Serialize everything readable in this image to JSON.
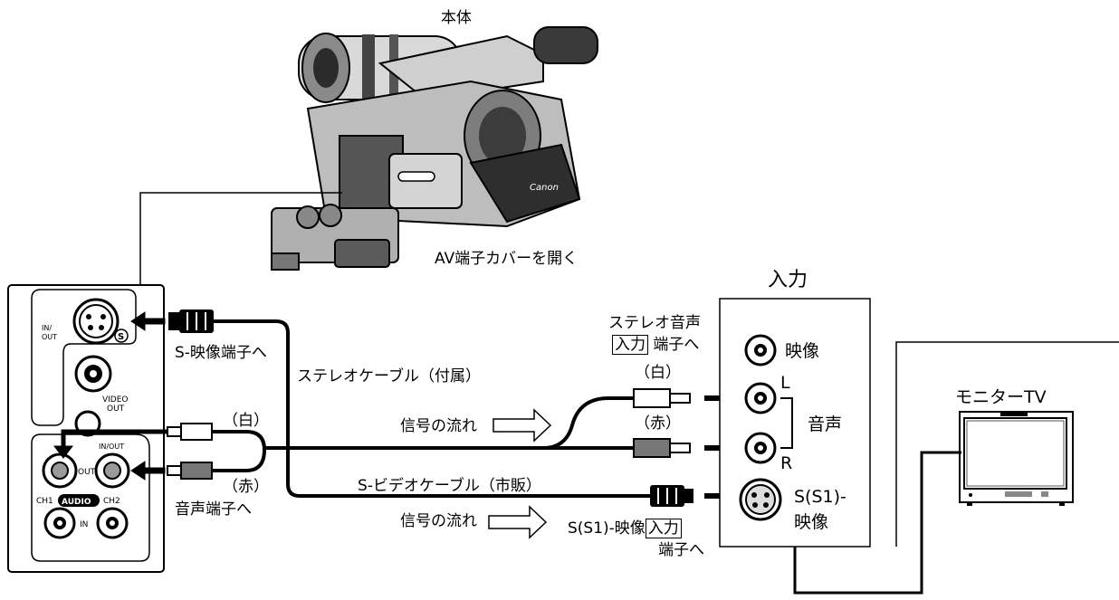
{
  "camera": {
    "title": "本体",
    "cover_note": "AV端子カバーを開く",
    "brand": "Canon"
  },
  "panel": {
    "in_out_label": "IN/\nOUT",
    "s_mark": "S",
    "video_out_label": "VIDEO\nOUT",
    "audio_in_out_label": "IN/OUT",
    "out_label": "OUT",
    "in_label": "IN",
    "ch1_label": "CH1",
    "audio_badge": "AUDIO",
    "ch2_label": "CH2"
  },
  "labels": {
    "s_video_terminal": "S-映像端子へ",
    "stereo_cable": "ステレオケーブル（付属）",
    "white_1": "（白）",
    "white_2": "（白）",
    "red_1": "（赤）",
    "red_2": "（赤）",
    "audio_terminal": "音声端子へ",
    "signal_flow_1": "信号の流れ",
    "signal_flow_2": "信号の流れ",
    "s_video_cable": "S-ビデオケーブル（市販）",
    "stereo_input_line1": "ステレオ音声",
    "stereo_input_boxed": "入力",
    "stereo_input_suffix": "端子へ",
    "s1_input_prefix": "S(S1)-映像",
    "s1_input_boxed": "入力",
    "s1_input_suffix": "端子へ"
  },
  "input_panel": {
    "title": "入力",
    "video": "映像",
    "left": "L",
    "right": "R",
    "audio": "音声",
    "s1_line1": "S(S1)-",
    "s1_line2": "映像"
  },
  "monitor": {
    "title": "モニターTV"
  }
}
